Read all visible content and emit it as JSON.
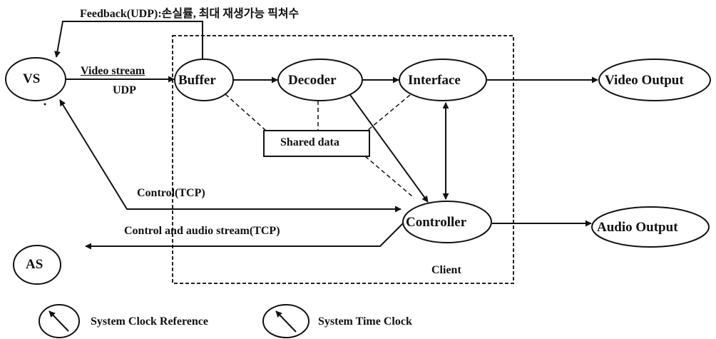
{
  "diagram": {
    "feedback_label": "Feedback(UDP):손실률, 최대 재생가능 픽쳐수",
    "nodes": {
      "vs": "VS",
      "as": "AS",
      "buffer": "Buffer",
      "decoder": "Decoder",
      "interface": "Interface",
      "video_output": "Video Output",
      "controller": "Controller",
      "audio_output": "Audio Output",
      "shared_data": "Shared data"
    },
    "edge_labels": {
      "video_stream": "Video stream",
      "udp": "UDP",
      "control_tcp": "Control(TCP)",
      "control_audio": "Control and audio stream(TCP)"
    },
    "client_label": "Client",
    "legend": {
      "system_clock_reference": "System Clock Reference",
      "system_time_clock": "System Time Clock"
    }
  }
}
